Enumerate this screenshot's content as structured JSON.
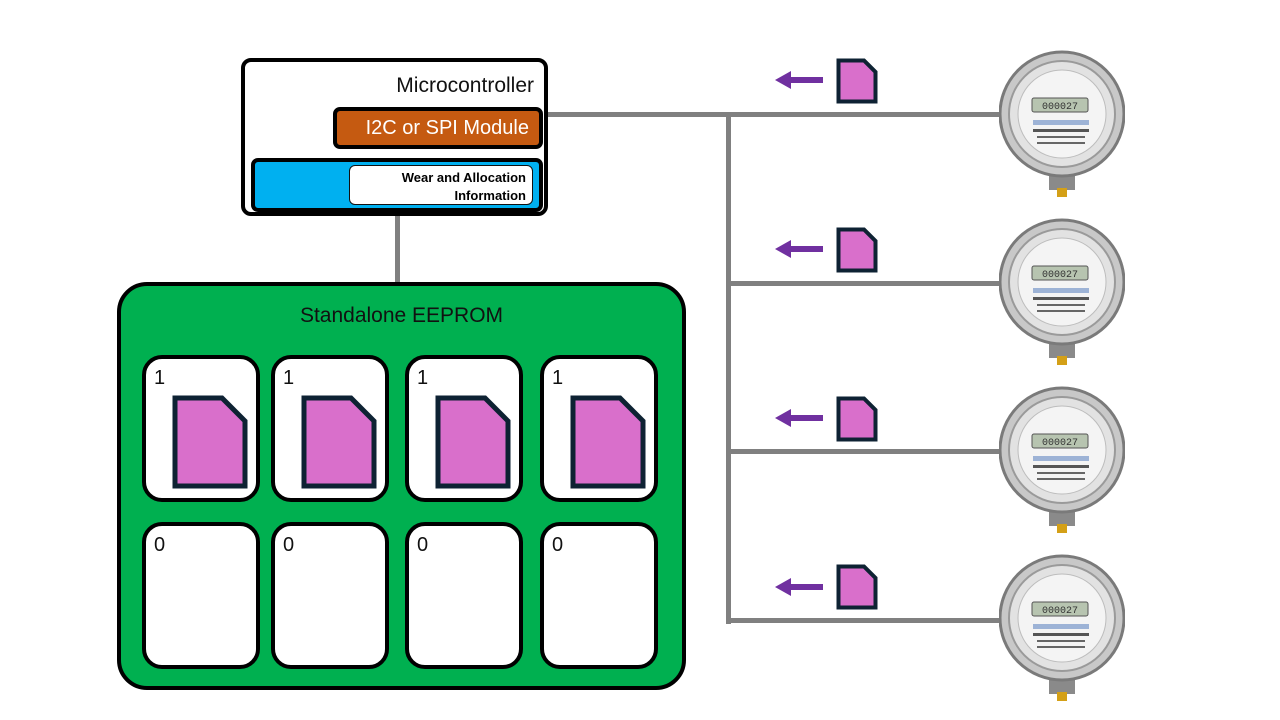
{
  "microcontroller": {
    "title": "Microcontroller",
    "bus_module": "I2C or SPI Module",
    "wear_info": [
      "Wear and Allocation",
      "Information"
    ]
  },
  "eeprom": {
    "title": "Standalone EEPROM",
    "cells": [
      {
        "flag": "1",
        "has_doc": true
      },
      {
        "flag": "1",
        "has_doc": true
      },
      {
        "flag": "1",
        "has_doc": true
      },
      {
        "flag": "1",
        "has_doc": true
      },
      {
        "flag": "0",
        "has_doc": false
      },
      {
        "flag": "0",
        "has_doc": false
      },
      {
        "flag": "0",
        "has_doc": false
      },
      {
        "flag": "0",
        "has_doc": false
      }
    ]
  },
  "meters": [
    {
      "reading": "000027"
    },
    {
      "reading": "000027"
    },
    {
      "reading": "000027"
    },
    {
      "reading": "000027"
    }
  ],
  "colors": {
    "eeprom_fill": "#00b050",
    "module_fill": "#c55a11",
    "wear_fill": "#00b0f0",
    "document_fill": "#d96fcb",
    "document_border": "#0e2233",
    "arrow": "#7030a0",
    "bus_line": "#808080"
  }
}
